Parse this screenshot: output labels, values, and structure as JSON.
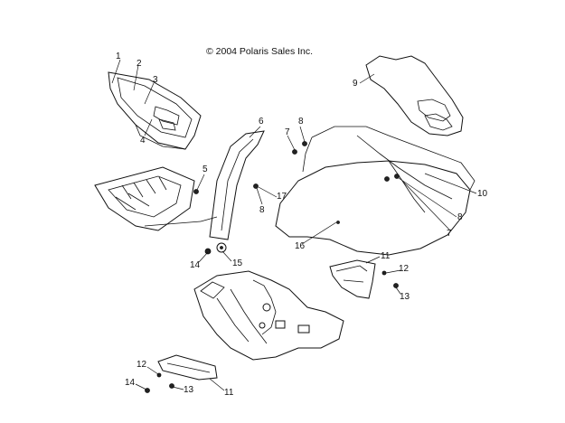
{
  "diagram": {
    "copyright": "© 2004 Polaris Sales Inc.",
    "callouts": {
      "c1": "1",
      "c2": "2",
      "c3": "3",
      "c4": "4",
      "c5": "5",
      "c6": "6",
      "c7a": "7",
      "c8a": "8",
      "c9": "9",
      "c10": "10",
      "c17": "17",
      "c8b": "8",
      "c16": "16",
      "c8c": "8",
      "c7b": "7",
      "c14a": "14",
      "c15": "15",
      "c11a": "11",
      "c12a": "12",
      "c13a": "13",
      "c12b": "12",
      "c14b": "14",
      "c13b": "13",
      "c11b": "11"
    }
  }
}
